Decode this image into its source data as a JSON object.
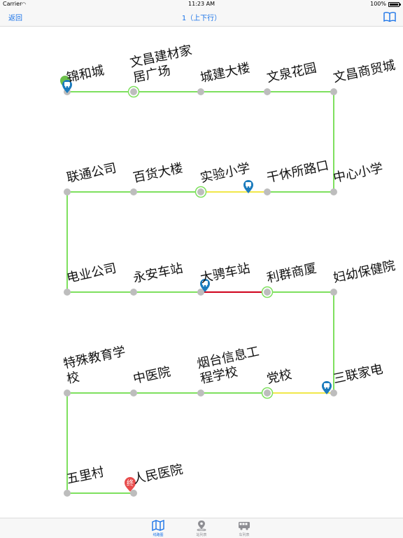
{
  "status_bar": {
    "carrier": "Carrier",
    "time": "11:23 AM",
    "battery": "100%"
  },
  "nav": {
    "back_label": "返回",
    "title": "1（上下行）",
    "book_icon": "book-icon"
  },
  "colors": {
    "accent": "#1a73e8",
    "segment_green": "#7ee05e",
    "segment_yellow": "#f1e84a",
    "segment_red": "#d0021b",
    "node_gray": "#bdbdbd",
    "bus_blue": "#1b7bbd",
    "start_green": "#6cc04a",
    "end_red": "#e84c4c"
  },
  "stations": [
    {
      "id": 1,
      "name": "锦和城"
    },
    {
      "id": 2,
      "name": "文昌建材家居广场"
    },
    {
      "id": 3,
      "name": "城建大楼"
    },
    {
      "id": 4,
      "name": "文泉花园"
    },
    {
      "id": 5,
      "name": "文昌商贸城"
    },
    {
      "id": 6,
      "name": "中心小学"
    },
    {
      "id": 7,
      "name": "干休所路口"
    },
    {
      "id": 8,
      "name": "实验小学"
    },
    {
      "id": 9,
      "name": "百货大楼"
    },
    {
      "id": 10,
      "name": "联通公司"
    },
    {
      "id": 11,
      "name": "电业公司"
    },
    {
      "id": 12,
      "name": "永安车站"
    },
    {
      "id": 13,
      "name": "大骋车站"
    },
    {
      "id": 14,
      "name": "利群商厦"
    },
    {
      "id": 15,
      "name": "妇幼保健院"
    },
    {
      "id": 16,
      "name": "三联家电"
    },
    {
      "id": 17,
      "name": "党校"
    },
    {
      "id": 18,
      "name": "烟台信息工程学校"
    },
    {
      "id": 19,
      "name": "中医院"
    },
    {
      "id": 20,
      "name": "特殊教育学校"
    },
    {
      "id": 21,
      "name": "五里村"
    },
    {
      "id": 22,
      "name": "人民医院"
    }
  ],
  "markers": {
    "end_label": "终"
  },
  "tabs": [
    {
      "label": "线路图",
      "icon": "map-icon",
      "active": true
    },
    {
      "label": "站列表",
      "icon": "location-pin-icon",
      "active": false
    },
    {
      "label": "车列表",
      "icon": "bus-icon",
      "active": false
    }
  ]
}
